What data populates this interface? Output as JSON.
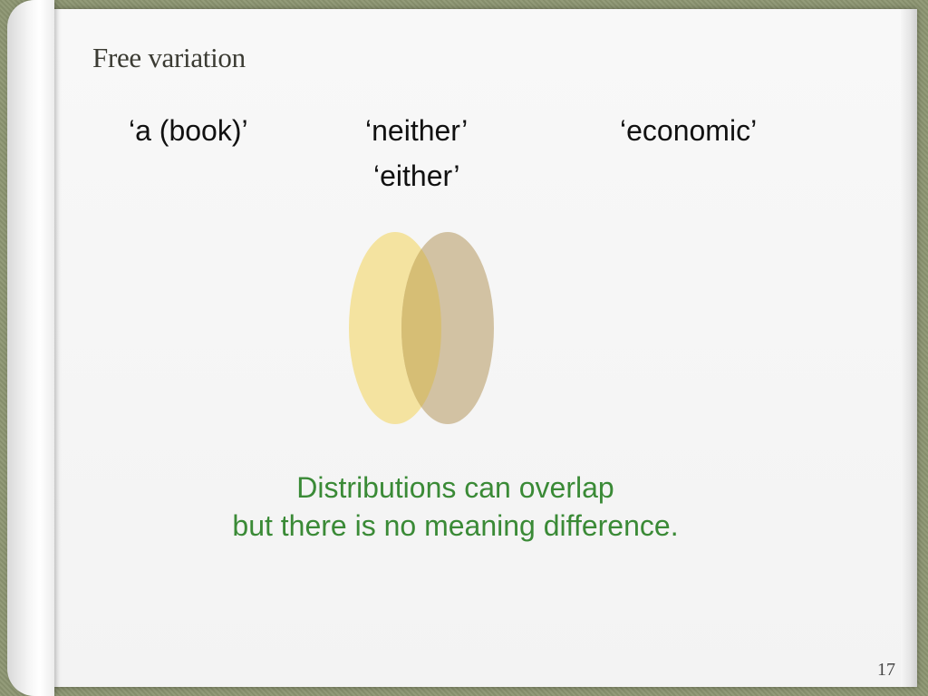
{
  "slide": {
    "title": "Free variation",
    "words": {
      "a_book": "‘a (book)’",
      "neither": "‘neither’",
      "either": "‘either’",
      "economic": "‘economic’"
    },
    "caption_line1": "Distributions can overlap",
    "caption_line2": "but there is no meaning difference.",
    "page_number": "17"
  },
  "colors": {
    "caption": "#3a8a36",
    "ellipse_left": "#f3e29b",
    "ellipse_right": "#c9b58f",
    "overlap": "#d6be75"
  }
}
